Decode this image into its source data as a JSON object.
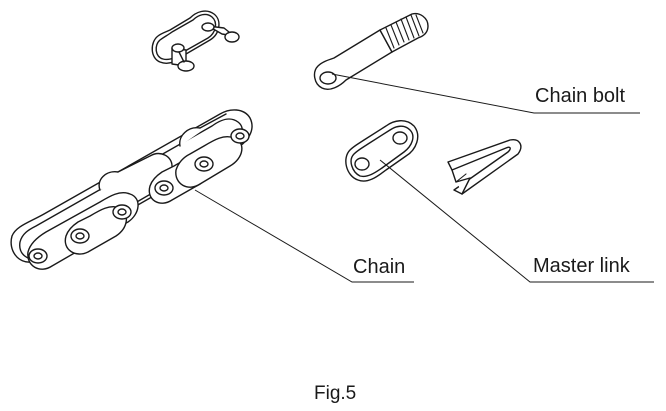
{
  "labels": {
    "chain_bolt": "Chain bolt",
    "chain": "Chain",
    "master_link": "Master link"
  },
  "caption": "Fig.5",
  "colors": {
    "line": "#1a1a1a",
    "background": "#ffffff"
  },
  "icons": [
    "connecting-link-pins-icon",
    "chain-bolt-icon",
    "roller-chain-icon",
    "master-link-plate-icon",
    "spring-clip-icon"
  ]
}
